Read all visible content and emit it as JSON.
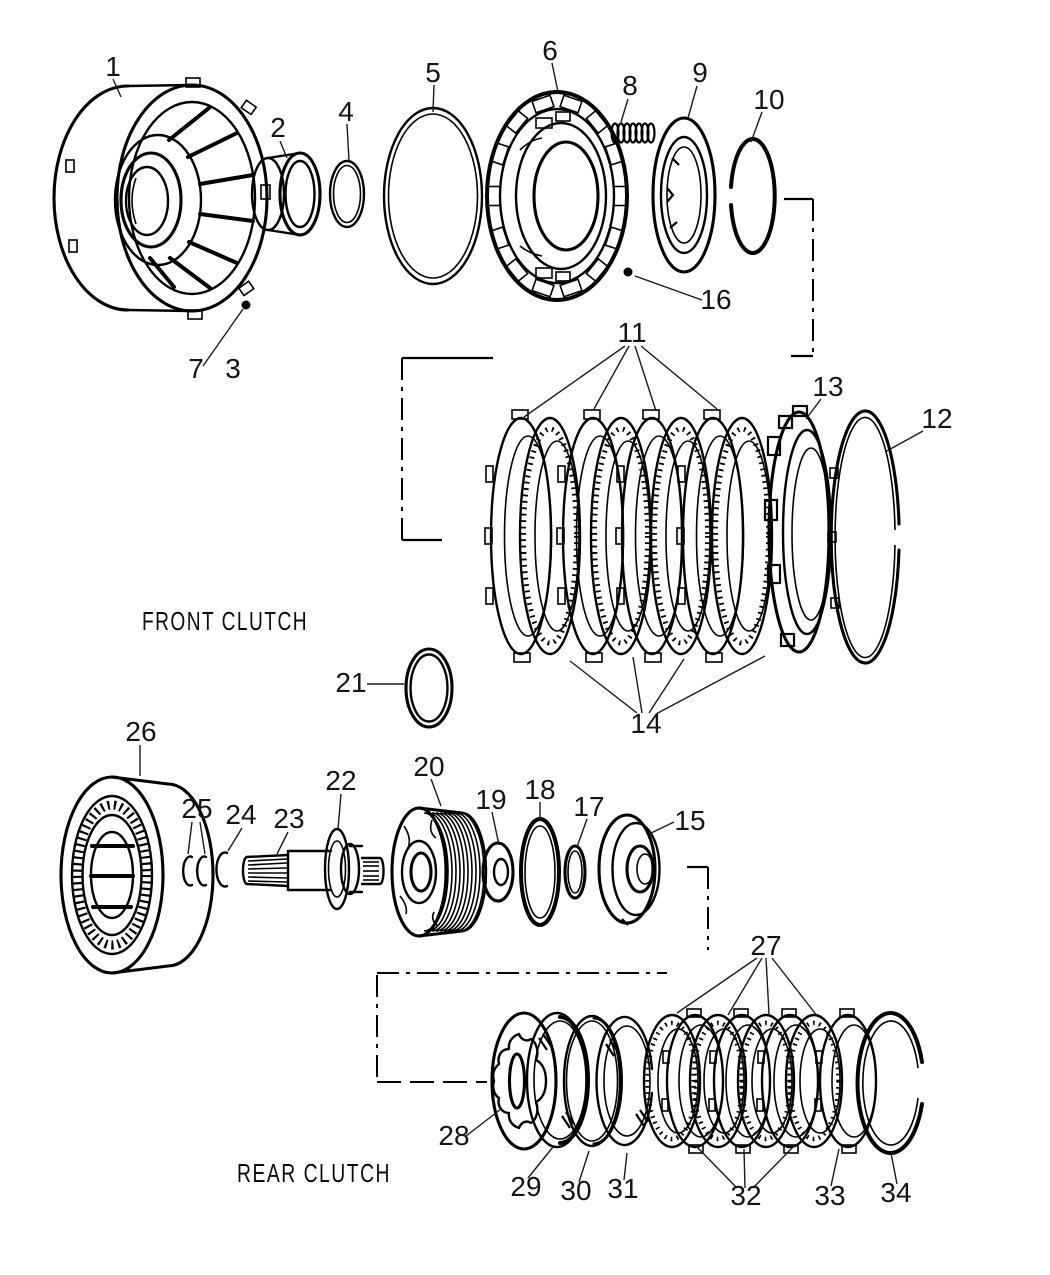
{
  "colors": {
    "ink": "#000000",
    "background": "#ffffff"
  },
  "section_labels": {
    "front": "FRONT CLUTCH",
    "rear": "REAR CLUTCH"
  },
  "callouts": {
    "c1": {
      "label": "1"
    },
    "c2": {
      "label": "2"
    },
    "c3": {
      "label": "3"
    },
    "c4": {
      "label": "4"
    },
    "c5": {
      "label": "5"
    },
    "c6": {
      "label": "6"
    },
    "c7": {
      "label": "7"
    },
    "c8": {
      "label": "8"
    },
    "c9": {
      "label": "9"
    },
    "c10": {
      "label": "10"
    },
    "c11": {
      "label": "11"
    },
    "c12": {
      "label": "12"
    },
    "c13": {
      "label": "13"
    },
    "c14": {
      "label": "14"
    },
    "c15": {
      "label": "15"
    },
    "c16": {
      "label": "16"
    },
    "c17": {
      "label": "17"
    },
    "c18": {
      "label": "18"
    },
    "c19": {
      "label": "19"
    },
    "c20": {
      "label": "20"
    },
    "c21": {
      "label": "21"
    },
    "c22": {
      "label": "22"
    },
    "c23": {
      "label": "23"
    },
    "c24": {
      "label": "24"
    },
    "c25": {
      "label": "25"
    },
    "c26": {
      "label": "26"
    },
    "c27": {
      "label": "27"
    },
    "c28": {
      "label": "28"
    },
    "c29": {
      "label": "29"
    },
    "c30": {
      "label": "30"
    },
    "c31": {
      "label": "31"
    },
    "c32": {
      "label": "32"
    },
    "c33": {
      "label": "33"
    },
    "c34": {
      "label": "34"
    }
  }
}
